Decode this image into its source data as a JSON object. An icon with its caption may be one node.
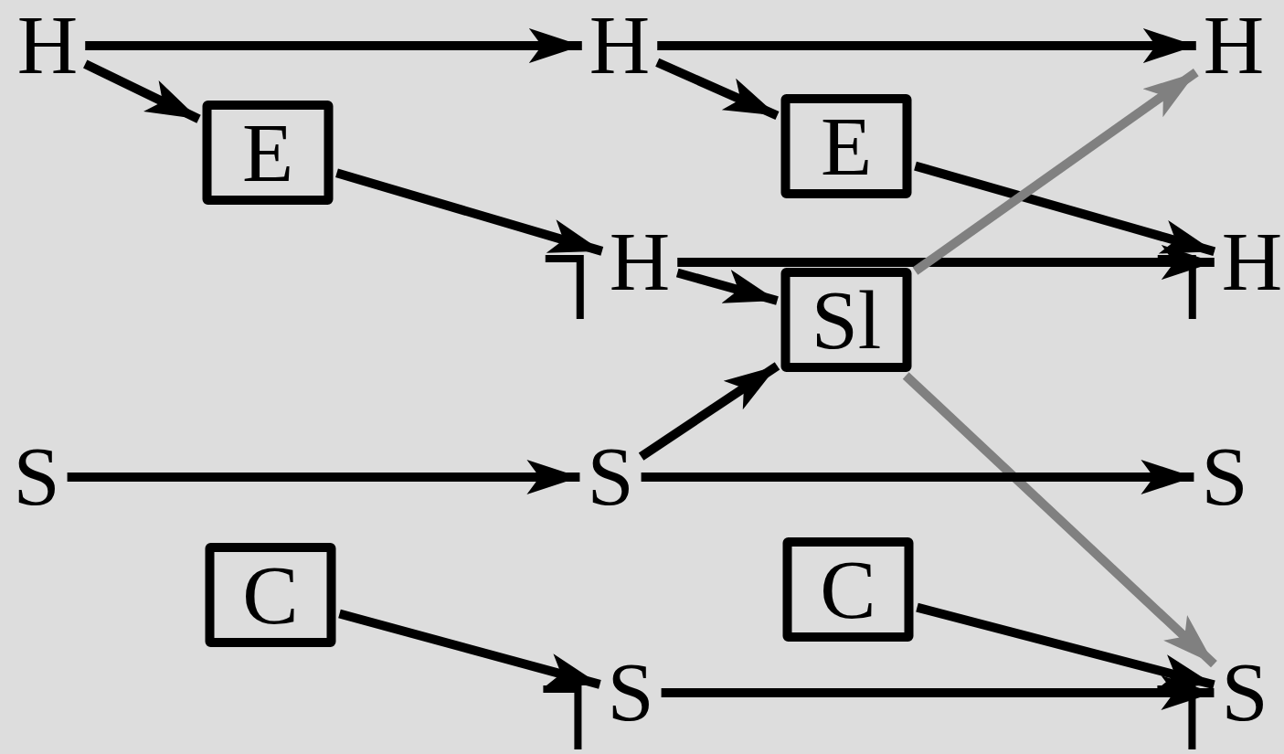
{
  "diagram": {
    "nodes": [
      {
        "text": [
          "H"
        ]
      },
      {
        "text": [
          "E"
        ]
      },
      {
        "text": [
          "H"
        ]
      },
      {
        "text": [
          "E"
        ]
      },
      {
        "text": [
          "H"
        ]
      },
      {
        "text": [
          "H"
        ]
      },
      {
        "text": [
          "Sl"
        ]
      },
      {
        "text": [
          "H"
        ]
      },
      {
        "text": [
          "S"
        ]
      },
      {
        "text": [
          "S"
        ]
      },
      {
        "text": [
          "S"
        ]
      },
      {
        "text": [
          "C"
        ]
      },
      {
        "text": [
          "C"
        ]
      },
      {
        "text": [
          "S"
        ]
      },
      {
        "text": [
          "S"
        ]
      }
    ],
    "edges": [
      {
        "from": 0,
        "to": 2,
        "arrow": "to"
      },
      {
        "from": 0,
        "to": 1,
        "arrow": "to"
      },
      {
        "from": 1,
        "to": 5,
        "arrow": "to"
      },
      {
        "from": 2,
        "to": 4,
        "arrow": "to"
      },
      {
        "from": 2,
        "to": 3,
        "arrow": "to"
      },
      {
        "from": 3,
        "to": 7,
        "arrow": "to"
      },
      {
        "from": 5,
        "to": 7,
        "arrow": "to"
      },
      {
        "from": 5,
        "to": 6,
        "arrow": "to"
      },
      {
        "from": 6,
        "to": 4,
        "arrow": "to",
        "color": "#808080"
      },
      {
        "from": 6,
        "to": 14,
        "arrow": "to",
        "color": "#808080"
      },
      {
        "from": 8,
        "to": 9,
        "arrow": "to"
      },
      {
        "from": 9,
        "to": 10,
        "arrow": "to"
      },
      {
        "from": 9,
        "to": 6,
        "arrow": "to"
      },
      {
        "from": 11,
        "to": 13,
        "arrow": "to"
      },
      {
        "from": 12,
        "to": 14,
        "arrow": "to"
      },
      {
        "from": 13,
        "to": 14,
        "arrow": "to"
      }
    ]
  }
}
